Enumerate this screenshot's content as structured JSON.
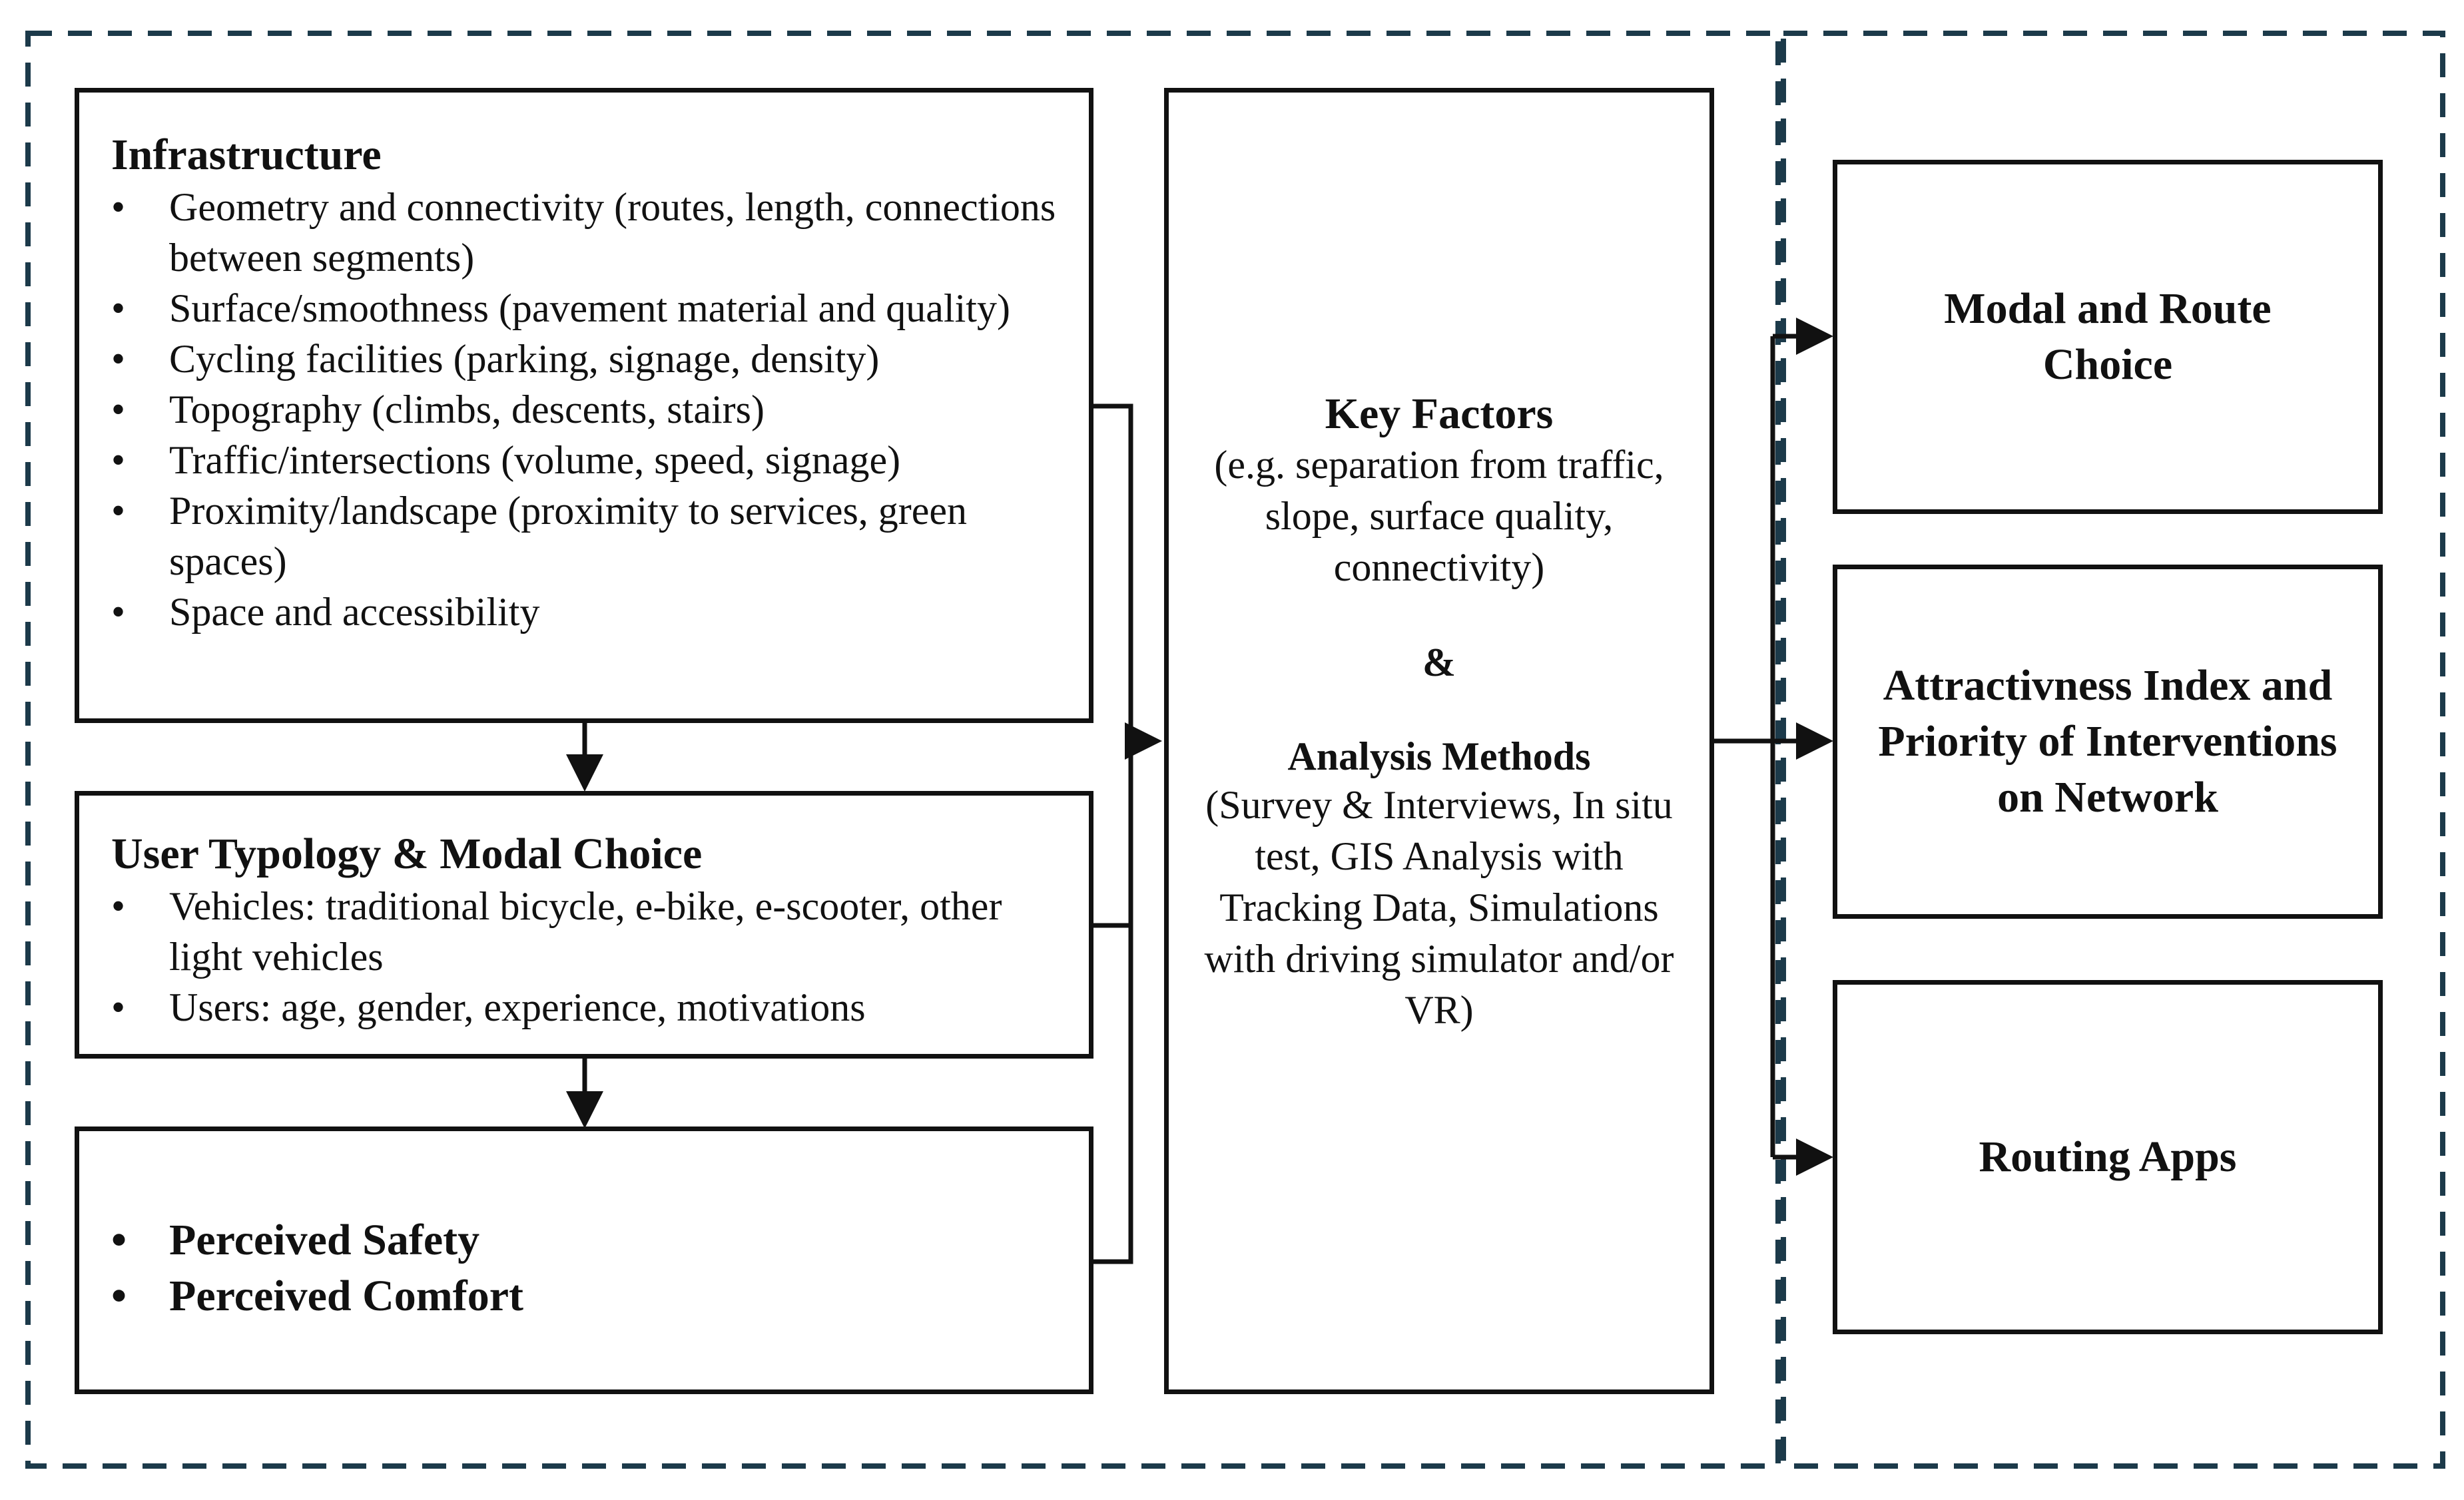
{
  "infrastructure": {
    "title": "Infrastructure",
    "items": [
      "Geometry and connectivity (routes, length, connections between segments)",
      "Surface/smoothness (pavement material and quality)",
      "Cycling facilities (parking, signage, density)",
      "Topography (climbs, descents, stairs)",
      "Traffic/intersections (volume, speed, signage)",
      "Proximity/landscape (proximity to services, green spaces)",
      "Space and accessibility"
    ]
  },
  "user_typology": {
    "title": "User Typology & Modal Choice",
    "items": [
      "Vehicles: traditional bicycle, e-bike, e-scooter, other light vehicles",
      "Users: age, gender, experience, motivations"
    ]
  },
  "perceived": {
    "items": [
      "Perceived Safety",
      "Perceived Comfort"
    ]
  },
  "center": {
    "key_factors_title": "Key Factors",
    "key_factors_body": "(e.g. separation from traffic, slope, surface quality, connectivity)",
    "ampersand": "&",
    "analysis_title": "Analysis Methods",
    "analysis_body": "(Survey & Interviews, In situ test, GIS Analysis with Tracking Data, Simulations with driving simulator and/or VR)"
  },
  "outputs": [
    {
      "label": "Modal and Route Choice"
    },
    {
      "label": "Attractivness Index and Priority of Interventions on Network"
    },
    {
      "label": "Routing Apps"
    }
  ],
  "colors": {
    "dashed_border": "#1c3a4a",
    "box_border": "#111111",
    "text": "#111111"
  }
}
